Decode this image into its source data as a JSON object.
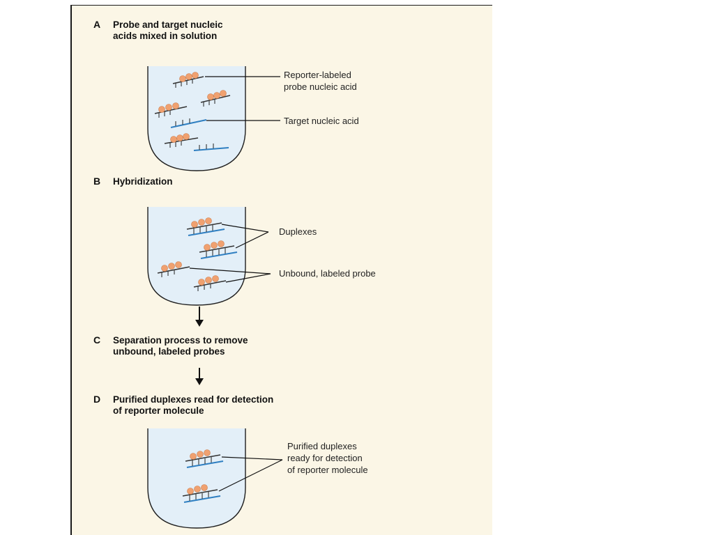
{
  "steps": [
    {
      "letter": "A",
      "title_lines": [
        "Probe and target nucleic",
        "acids mixed in solution"
      ]
    },
    {
      "letter": "B",
      "title_lines": [
        "Hybridization"
      ]
    },
    {
      "letter": "C",
      "title_lines": [
        "Separation process to remove",
        "unbound, labeled probes"
      ]
    },
    {
      "letter": "D",
      "title_lines": [
        "Purified duplexes read for detection",
        "of reporter molecule"
      ]
    }
  ],
  "callouts": {
    "a_probe": [
      "Reporter-labeled",
      "probe nucleic acid"
    ],
    "a_target": [
      "Target nucleic acid"
    ],
    "b_duplexes": [
      "Duplexes"
    ],
    "b_unbound": [
      "Unbound, labeled probe"
    ],
    "d_purified": [
      "Purified duplexes",
      "ready for detection",
      "of reporter molecule"
    ]
  },
  "colors": {
    "panel_background": "#fbf6e6",
    "tube_fill": "#e3eff8",
    "target_strand": "#2f7fc1",
    "reporter_label": "#f0a170"
  }
}
